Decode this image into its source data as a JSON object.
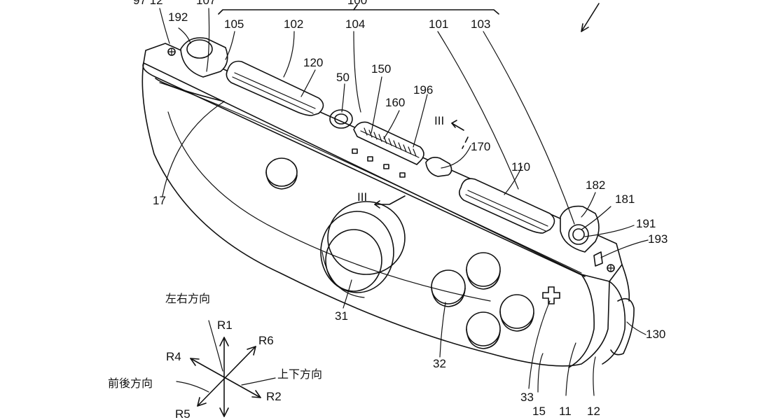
{
  "labels": {
    "l100": "100",
    "l192": "192",
    "l107": "107",
    "l105": "105",
    "l102": "102",
    "l104": "104",
    "l101": "101",
    "l103": "103",
    "l120": "120",
    "l50": "50",
    "l150": "150",
    "l196": "196",
    "l160": "160",
    "l3a": "III",
    "l170": "170",
    "l110": "110",
    "l17": "17",
    "l3b": "III",
    "l182": "182",
    "l181": "181",
    "l191": "191",
    "l193": "193",
    "l130": "130",
    "l31": "31",
    "l32": "32",
    "l33": "33",
    "l15": "15",
    "l11": "11",
    "l12": "12",
    "lTopLeft": "97 12"
  },
  "axes": {
    "left_right": "左右方向",
    "up_down": "上下方向",
    "front_back": "前後方向",
    "r1": "R1",
    "r2": "R2",
    "r4": "R4",
    "r5": "R5",
    "r6": "R6"
  }
}
